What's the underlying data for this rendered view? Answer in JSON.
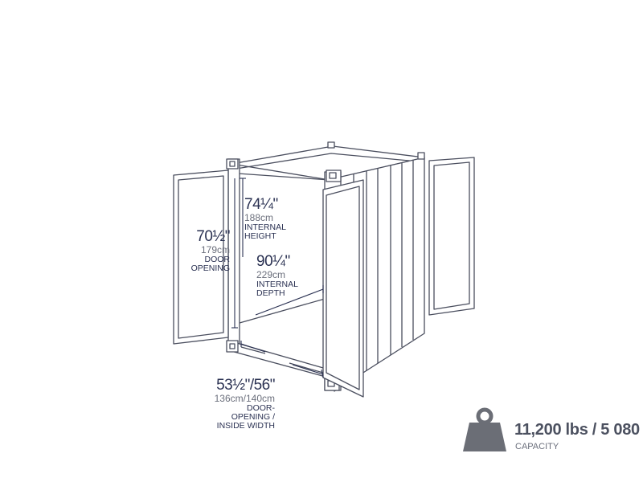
{
  "dimensions": {
    "internal_height": {
      "imperial": "74¼\"",
      "metric": "188cm",
      "caption_1": "INTERNAL",
      "caption_2": "HEIGHT"
    },
    "door_opening": {
      "imperial": "70½\"",
      "metric": "179cm",
      "caption_1": "DOOR",
      "caption_2": "OPENING"
    },
    "internal_depth": {
      "imperial": "90¼\"",
      "metric": "229cm",
      "caption_1": "INTERNAL",
      "caption_2": "DEPTH"
    },
    "inside_width": {
      "imperial": "53½\"/56\"",
      "metric": "136cm/140cm",
      "caption_1": "DOOR-",
      "caption_2": "OPENING /",
      "caption_3": "INSIDE WIDTH"
    }
  },
  "capacity": {
    "value": "11,200 lbs / 5 080",
    "label": "CAPACITY",
    "icon": "weight-icon"
  },
  "colors": {
    "line": "#4a4e5e",
    "text": "#2a3152",
    "icon": "#6b6e76"
  }
}
